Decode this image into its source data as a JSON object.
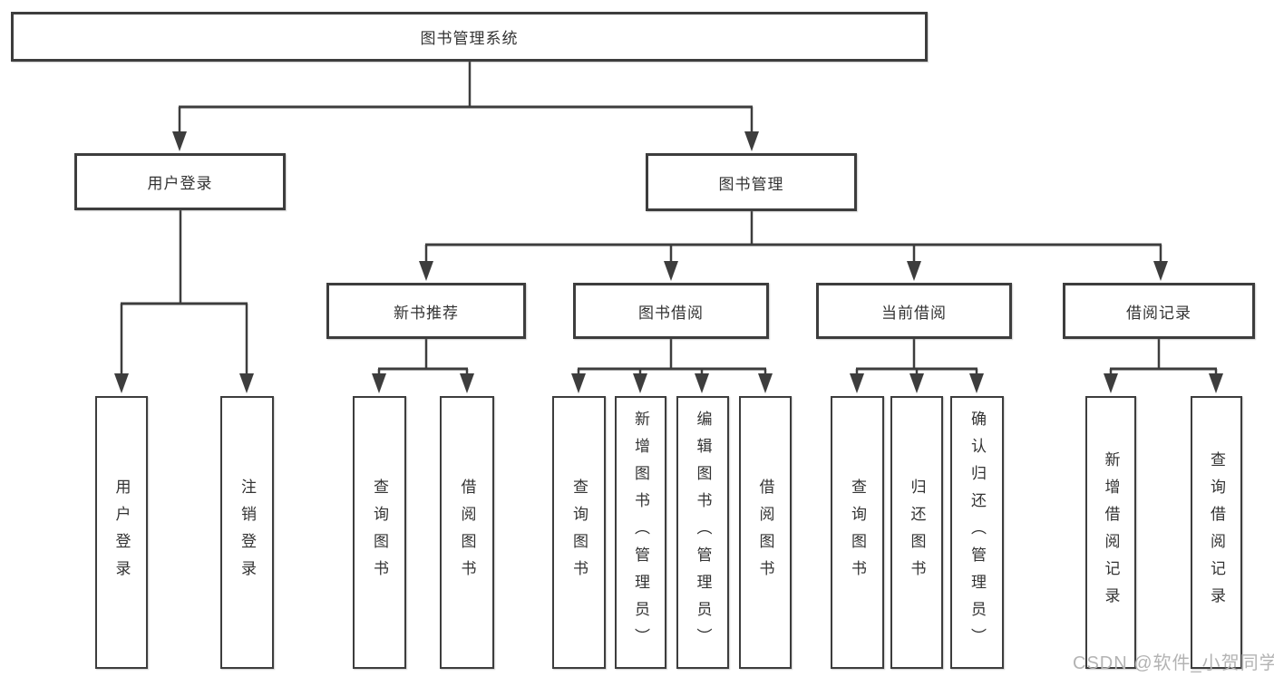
{
  "title": "图书管理系统",
  "colors": {
    "line": "#3d3d3d",
    "text": "#333333",
    "watermark": "#b3b3b3",
    "background": "#ffffff"
  },
  "tree": {
    "root": {
      "label": "图书管理系统"
    },
    "branches": [
      {
        "label": "用户登录",
        "leaves": [
          "用户登录",
          "注销登录"
        ]
      },
      {
        "label": "图书管理",
        "groups": [
          {
            "label": "新书推荐",
            "leaves": [
              "查询图书",
              "借阅图书"
            ]
          },
          {
            "label": "图书借阅",
            "leaves": [
              "查询图书",
              "新增图书（管理员）",
              "编辑图书（管理员）",
              "借阅图书"
            ]
          },
          {
            "label": "当前借阅",
            "leaves": [
              "查询图书",
              "归还图书",
              "确认归还（管理员）"
            ]
          },
          {
            "label": "借阅记录",
            "leaves": [
              "新增借阅记录",
              "查询借阅记录"
            ]
          }
        ]
      }
    ]
  },
  "watermark": {
    "text": "CSDN @软件_小贺同学"
  }
}
